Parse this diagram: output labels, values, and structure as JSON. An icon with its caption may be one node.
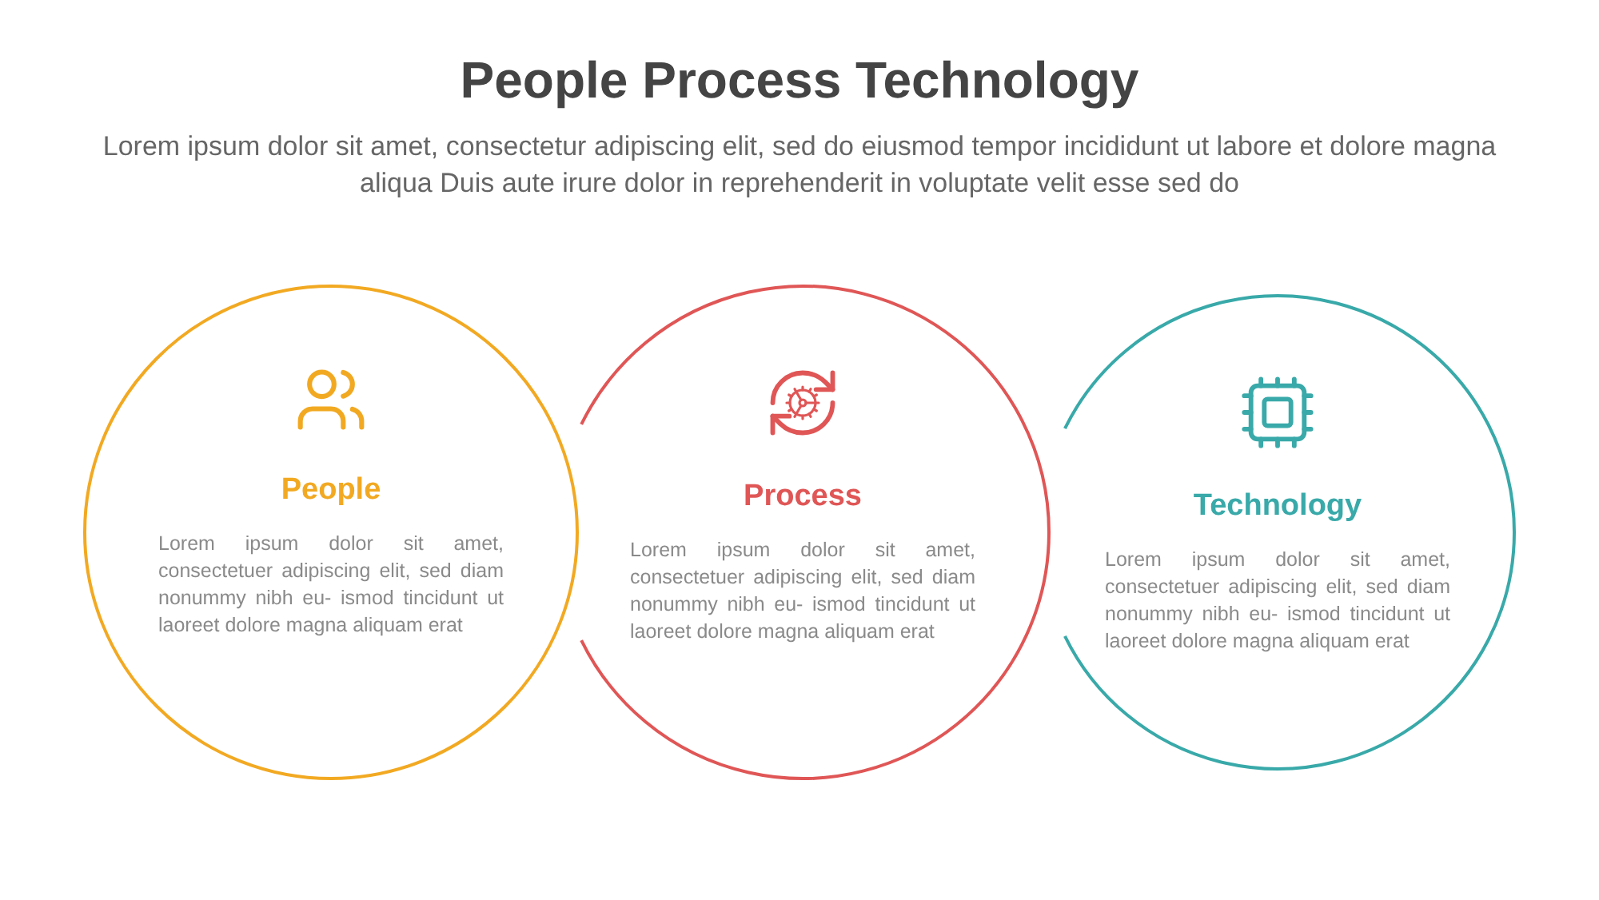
{
  "diagram": {
    "title": "People Process Technology",
    "labels": [
      "Lorem ipsum dolor sit amet, consectetur adipiscing elit, sed do eiusmod tempor incididunt ut labore et dolore magna aliqua Duis aute irure dolor in reprehenderit in voluptate velit esse sed do"
    ],
    "nodes": [
      {
        "text": [
          "People",
          "Lorem ipsum dolor sit amet, consectetuer adipiscing elit, sed diam nonummy nibh eu- ismod tincidunt ut laoreet dolore magna aliquam erat"
        ]
      },
      {
        "text": [
          "Process",
          "Lorem ipsum dolor sit amet, consectetuer adipiscing elit, sed diam nonummy nibh eu- ismod tincidunt ut laoreet dolore magna aliquam erat"
        ]
      },
      {
        "text": [
          "Technology",
          "Lorem ipsum dolor sit amet, consectetuer adipiscing elit, sed diam nonummy nibh eu- ismod tincidunt ut laoreet dolore magna aliquam erat"
        ]
      }
    ]
  }
}
